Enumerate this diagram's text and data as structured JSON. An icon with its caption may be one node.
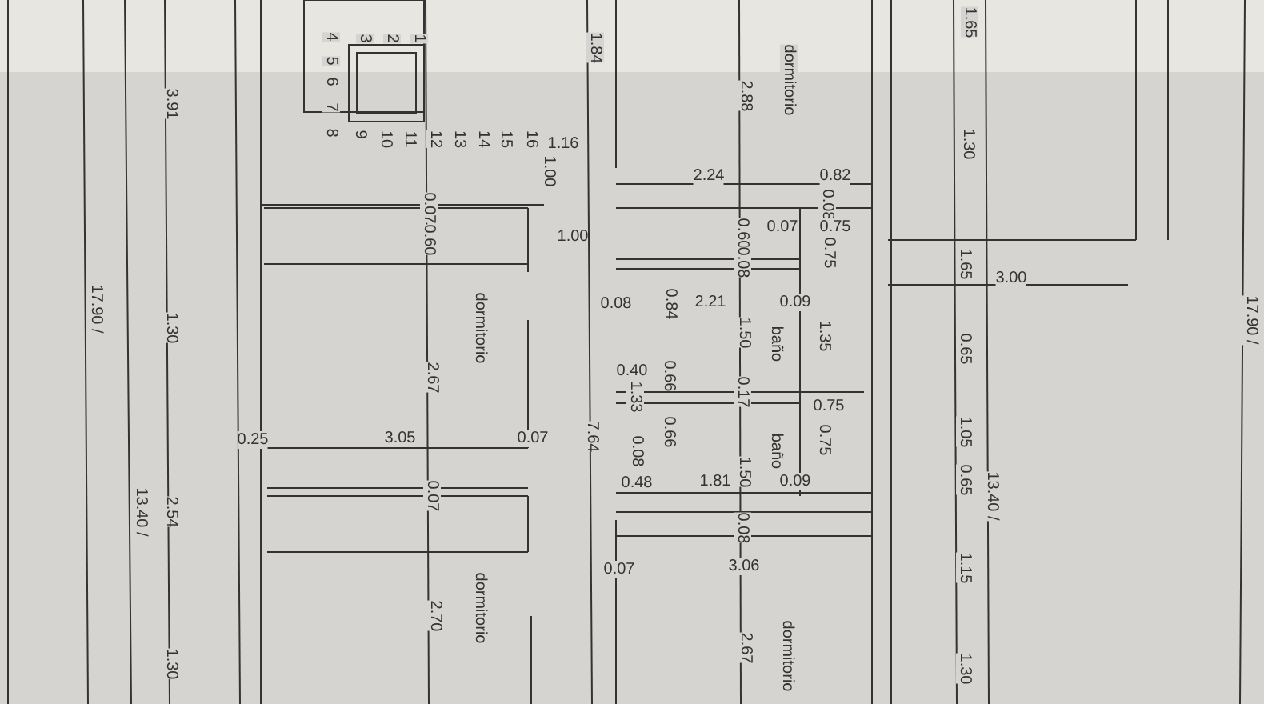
{
  "diagram": {
    "labels": [
      "1",
      "2",
      "3",
      "4",
      "5",
      "6",
      "7",
      "8",
      "9",
      "10",
      "11",
      "12",
      "13",
      "14",
      "15",
      "16",
      "1.84",
      "3.91",
      "1.16",
      "1.00",
      "0.07",
      "0.60",
      "1.00",
      "dormitorio",
      "17.90 /",
      "1.30",
      "0.08",
      "2.88",
      "dormitorio",
      "1.65",
      "2.24",
      "0.82",
      "0.08",
      "0.07",
      "0.75",
      "0.75",
      "0.60",
      "0.08",
      "1.30",
      "1.65",
      "3.00",
      "17.90 /",
      "0.84",
      "2.21",
      "0.09",
      "baño",
      "1.50",
      "1.35",
      "0.65",
      "0.40",
      "1.33",
      "0.66",
      "2.67",
      "0.25",
      "3.05",
      "0.07",
      "0.07",
      "7.64",
      "0.17",
      "0.75",
      "0.75",
      "baño",
      "0.66",
      "1.50",
      "0.08",
      "0.48",
      "1.81",
      "0.09",
      "1.05",
      "0.65",
      "13.40 /",
      "2.54",
      "13.40 /",
      "0.08",
      "0.07",
      "3.06",
      "2.70",
      "dormitorio",
      "2.67",
      "dormitorio",
      "1.15",
      "1.30",
      "1.30"
    ]
  }
}
